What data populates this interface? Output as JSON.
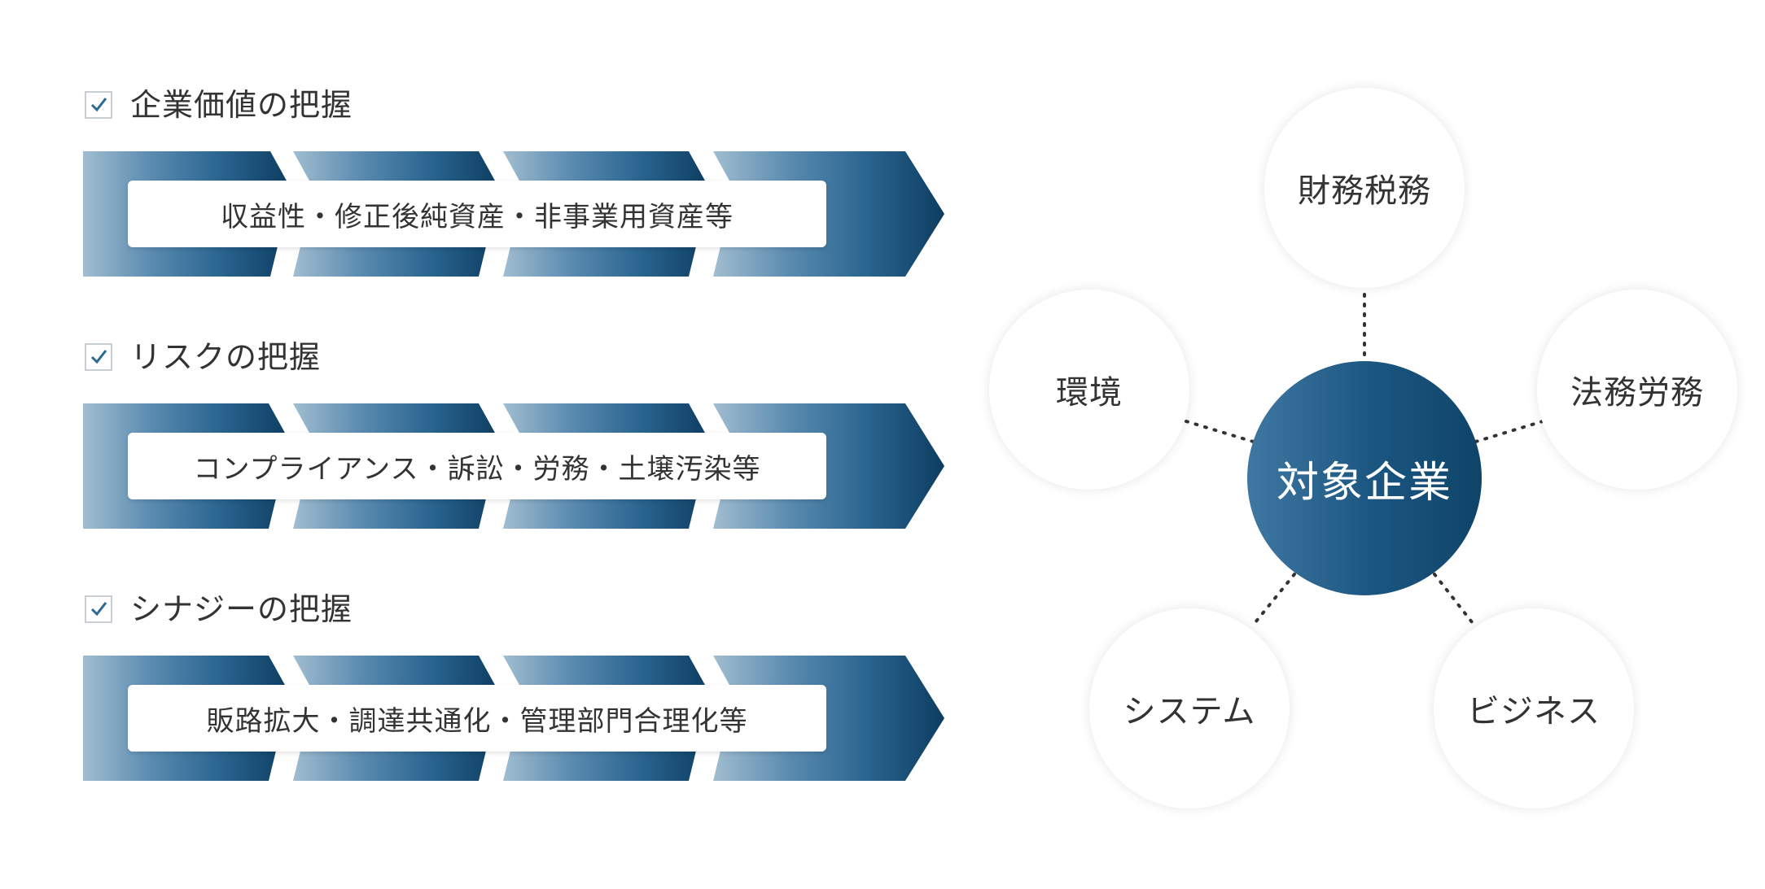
{
  "rows": [
    {
      "heading": "企業価値の把握",
      "content": "収益性・修正後純資産・非事業用資産等"
    },
    {
      "heading": "リスクの把握",
      "content": "コンプライアンス・訴訟・労務・土壌汚染等"
    },
    {
      "heading": "シナジーの把握",
      "content": "販路拡大・調達共通化・管理部門合理化等"
    }
  ],
  "hub": {
    "center": "対象企業",
    "nodes": [
      "財務税務",
      "法務労務",
      "ビジネス",
      "システム",
      "環境"
    ]
  },
  "icons": {
    "row_marker": "checkbox-checked-icon"
  },
  "colors": {
    "chevron_gradient": [
      "#99b7cb",
      "#5a8bb0",
      "#2a6590",
      "#114a70",
      "#0d3d61"
    ],
    "check": "#2c6a94",
    "center_circle": "#1a5580",
    "connector": "#333333"
  }
}
